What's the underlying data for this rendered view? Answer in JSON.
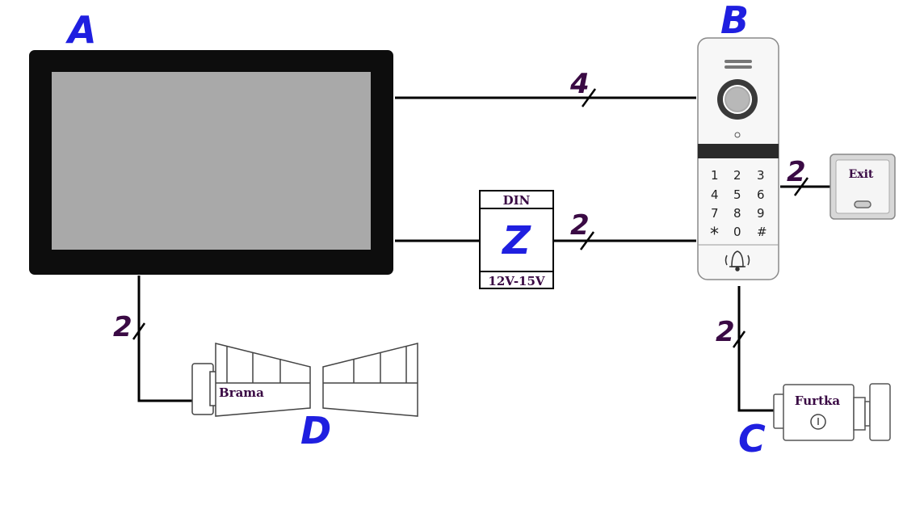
{
  "devices": {
    "monitor": {
      "letter": "A"
    },
    "door_station": {
      "letter": "B",
      "keypad": [
        "1",
        "2",
        "3",
        "4",
        "5",
        "6",
        "7",
        "8",
        "9",
        "*",
        "0",
        "#"
      ],
      "bell_icon": "bell-icon"
    },
    "gate_lock": {
      "letter": "C",
      "label": "Furtka"
    },
    "gate": {
      "letter": "D",
      "label": "Brama"
    },
    "power_supply": {
      "letter": "Z",
      "top_label": "DIN",
      "bottom_label": "12V-15V"
    },
    "exit_button": {
      "label": "Exit"
    }
  },
  "connections": {
    "monitor_to_station": "4",
    "psu_to_station": "2",
    "station_to_exit": "2",
    "station_to_lock": "2",
    "monitor_to_gate": "2"
  },
  "colors": {
    "letter": "#1f1fe0",
    "count": "#3a0a44",
    "wire": "#000000"
  }
}
